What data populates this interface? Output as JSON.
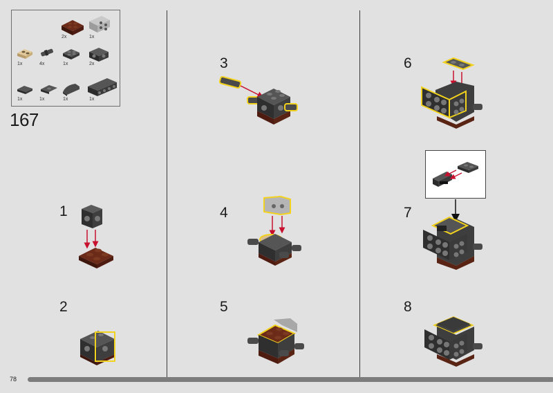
{
  "page": {
    "number": "78",
    "set_number": "167"
  },
  "parts_list": [
    {
      "qty": "2x",
      "part": "brick-2x2-reddish-brown"
    },
    {
      "qty": "1x",
      "part": "bracket-light-gray"
    },
    {
      "qty": "1x",
      "part": "plate-1x2-tan"
    },
    {
      "qty": "4x",
      "part": "pin-connector-dark-gray"
    },
    {
      "qty": "1x",
      "part": "plate-2x2-dark-gray"
    },
    {
      "qty": "2x",
      "part": "brick-1x2-studs-on-side-dark-gray"
    },
    {
      "qty": "1x",
      "part": "tile-1x2-dark-gray"
    },
    {
      "qty": "1x",
      "part": "tile-1x2-grille-dark-gray"
    },
    {
      "qty": "1x",
      "part": "slope-curved-dark-gray"
    },
    {
      "qty": "1x",
      "part": "plate-studs-on-side-dark-gray"
    }
  ],
  "steps": [
    {
      "number": "1"
    },
    {
      "number": "2"
    },
    {
      "number": "3"
    },
    {
      "number": "4"
    },
    {
      "number": "5"
    },
    {
      "number": "6"
    },
    {
      "number": "7"
    },
    {
      "number": "8"
    }
  ],
  "colors": {
    "background": "#e1e1e1",
    "highlight": "#f2d21c",
    "arrow": "#c8102e",
    "dark_gray": "#3f3f3f",
    "reddish_brown": "#5a2414",
    "light_gray": "#a8a8a8",
    "tan": "#d9bd8c"
  }
}
